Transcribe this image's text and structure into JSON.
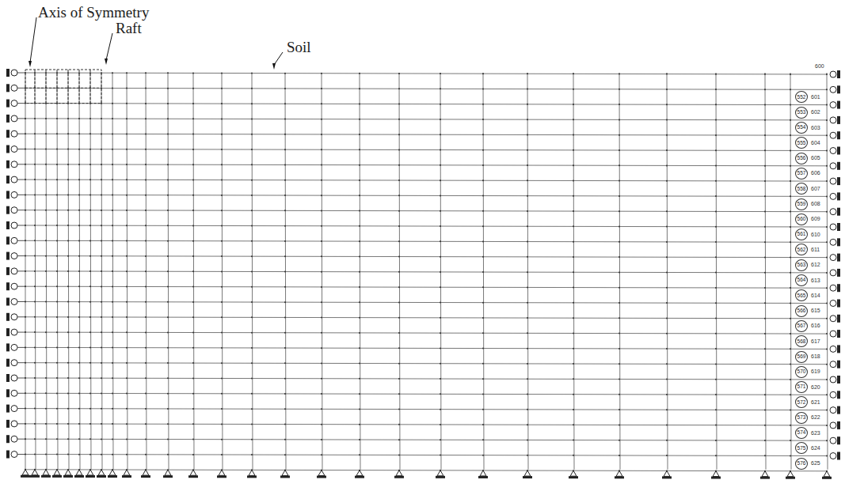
{
  "diagram": {
    "nodes": [
      {
        "text": [
          "552"
        ]
      },
      {
        "text": [
          "553"
        ]
      },
      {
        "text": [
          "554"
        ]
      },
      {
        "text": [
          "555"
        ]
      },
      {
        "text": [
          "556"
        ]
      },
      {
        "text": [
          "557"
        ]
      },
      {
        "text": [
          "558"
        ]
      },
      {
        "text": [
          "559"
        ]
      },
      {
        "text": [
          "560"
        ]
      },
      {
        "text": [
          "561"
        ]
      },
      {
        "text": [
          "562"
        ]
      },
      {
        "text": [
          "563"
        ]
      },
      {
        "text": [
          "564"
        ]
      },
      {
        "text": [
          "565"
        ]
      },
      {
        "text": [
          "566"
        ]
      },
      {
        "text": [
          "567"
        ]
      },
      {
        "text": [
          "568"
        ]
      },
      {
        "text": [
          "569"
        ]
      },
      {
        "text": [
          "570"
        ]
      },
      {
        "text": [
          "571"
        ]
      },
      {
        "text": [
          "572"
        ]
      },
      {
        "text": [
          "573"
        ]
      },
      {
        "text": [
          "574"
        ]
      },
      {
        "text": [
          "575"
        ]
      },
      {
        "text": [
          "576"
        ]
      }
    ],
    "labels": [
      "Axis of Symmetry",
      "Raft",
      "Soil",
      "600",
      "601",
      "602",
      "603",
      "604",
      "605",
      "606",
      "607",
      "608",
      "609",
      "610",
      "611",
      "612",
      "613",
      "614",
      "615",
      "616",
      "617",
      "618",
      "619",
      "620",
      "621",
      "622",
      "623",
      "624",
      "625"
    ]
  }
}
